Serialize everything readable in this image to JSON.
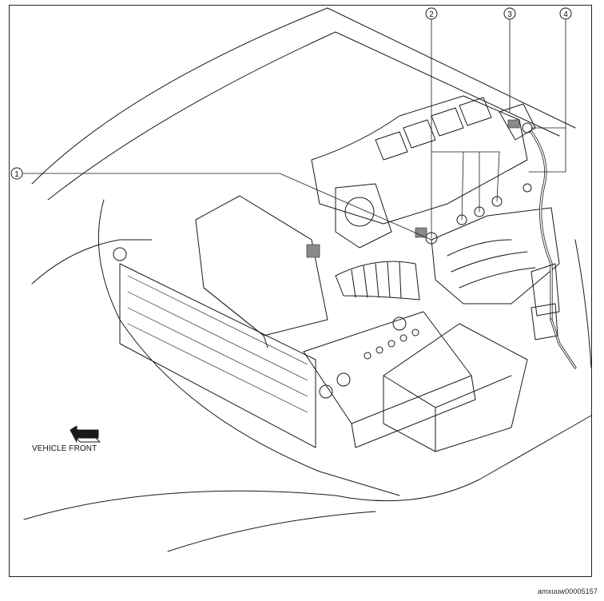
{
  "callouts": [
    {
      "number": "1"
    },
    {
      "number": "2"
    },
    {
      "number": "3"
    },
    {
      "number": "4"
    }
  ],
  "direction_label": "VEHICLE FRONT",
  "image_id": "amxuuw00005157",
  "colors": {
    "line": "#1a1a1a",
    "shade": "#8a8a8a",
    "background": "#ffffff"
  }
}
